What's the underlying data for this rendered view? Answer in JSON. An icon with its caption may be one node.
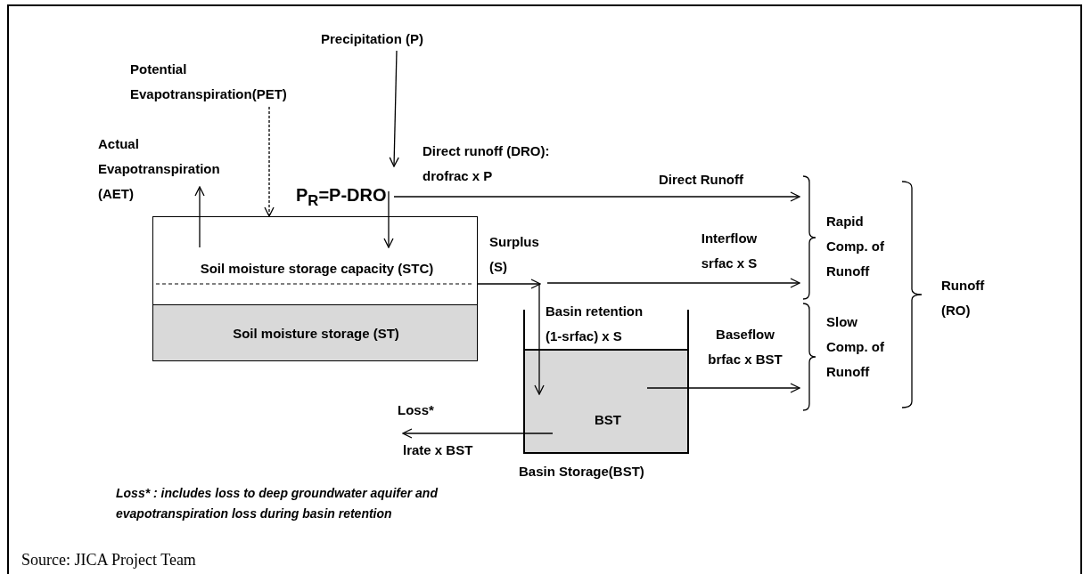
{
  "diagram": {
    "nodes": [
      {
        "text": [
          "Precipitation (P)"
        ]
      },
      {
        "text": [
          "Potential Evapotranspiration(PET)"
        ]
      },
      {
        "text": [
          "Actual Evapotranspiration (AET)"
        ]
      },
      {
        "text": [
          "P$_{R}$=P-DRO"
        ]
      },
      {
        "text": [
          "Soil moisture storage capacity (STC)"
        ]
      },
      {
        "text": [
          "Soil moisture storage (ST)"
        ]
      },
      {
        "text": [
          "Surplus (S)"
        ]
      },
      {
        "text": [
          "BST"
        ],
        "beside": [
          "Basin Storage(BST)"
        ]
      },
      {
        "text": [
          "Rapid Comp. of Runoff"
        ]
      },
      {
        "text": [
          "Slow Comp. of Runoff"
        ]
      },
      {
        "text": [
          "Runoff (RO)"
        ]
      },
      {
        "text": [
          "Loss*"
        ]
      }
    ],
    "edges": [
      {
        "from": 0,
        "to": 3,
        "arrow": "to"
      },
      {
        "from": 1,
        "to": 4,
        "arrow": "to",
        "style": "dashed"
      },
      {
        "from": 4,
        "to": 2,
        "arrow": "to"
      },
      {
        "from": 3,
        "to": 4,
        "arrow": "to"
      },
      {
        "from": 3,
        "to": 8,
        "arrow": "to",
        "label": "Direct Runoff"
      },
      {
        "from": 4,
        "to": 6,
        "arrow": "to"
      },
      {
        "from": 6,
        "to": 8,
        "arrow": "to",
        "label": "Interflow srfac x S"
      },
      {
        "from": 6,
        "to": 7,
        "arrow": "to",
        "label": "Basin retention (1-srfac) x S"
      },
      {
        "from": 7,
        "to": 9,
        "arrow": "to",
        "label": "Baseflow brfac x BST"
      },
      {
        "from": 7,
        "to": 11,
        "arrow": "to",
        "label": "lrate x BST"
      }
    ],
    "labels": [
      "Direct runoff (DRO): drofrac x P",
      "Loss* : includes loss to deep groundwater aquifer and evapotranspiration loss during basin retention",
      "Source: JICA Project Team"
    ]
  }
}
